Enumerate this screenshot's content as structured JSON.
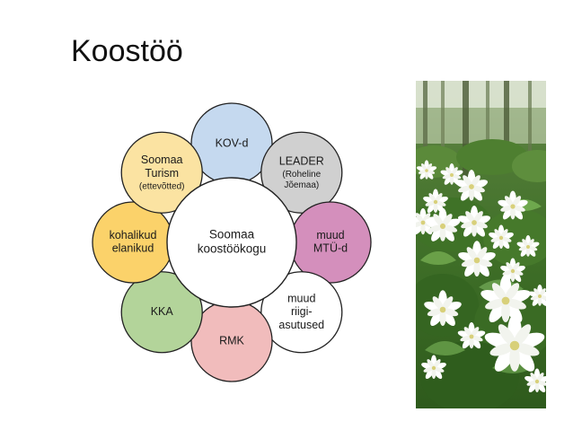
{
  "slide": {
    "title": "Koostöö"
  },
  "diagram": {
    "center": {
      "lines": [
        "Soomaa",
        "koostöökogu"
      ],
      "color": "#ffffff"
    },
    "nodes": [
      {
        "id": "kov",
        "lines": [
          "KOV-d"
        ],
        "small": [],
        "color": "#c5d9ef"
      },
      {
        "id": "leader",
        "lines": [
          "LEADER"
        ],
        "small": [
          "(Roheline",
          "Jõemaa)"
        ],
        "color": "#d0d0d0"
      },
      {
        "id": "mtu",
        "lines": [
          "muud",
          "MTÜ-d"
        ],
        "small": [],
        "color": "#d48fbc"
      },
      {
        "id": "riigi",
        "lines": [
          "muud",
          "riigi-",
          "asutused"
        ],
        "small": [],
        "color": "#ffffff"
      },
      {
        "id": "rmk",
        "lines": [
          "RMK"
        ],
        "small": [],
        "color": "#f1bcbc"
      },
      {
        "id": "kka",
        "lines": [
          "KKA"
        ],
        "small": [],
        "color": "#b3d49a"
      },
      {
        "id": "elanikud",
        "lines": [
          "kohalikud",
          "elanikud"
        ],
        "small": [],
        "color": "#fbd26a"
      },
      {
        "id": "turism",
        "lines": [
          "Soomaa",
          "Turism"
        ],
        "small": [
          "(ettevõtted)"
        ],
        "color": "#fbe3a2"
      }
    ]
  },
  "photo": {
    "icon": "white-anemone-flowers-photo"
  }
}
